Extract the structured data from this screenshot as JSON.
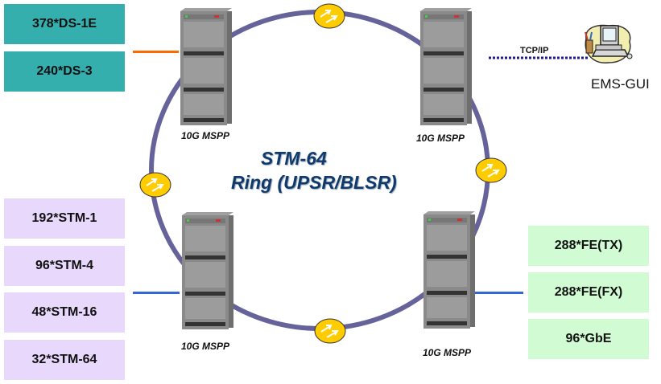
{
  "title": {
    "line1": "STM-64",
    "line2": "Ring (UPSR/BLSR)"
  },
  "nodes": [
    {
      "label": "10G MSPP",
      "position": "top-left"
    },
    {
      "label": "10G MSPP",
      "position": "top-right"
    },
    {
      "label": "10G MSPP",
      "position": "bottom-left"
    },
    {
      "label": "10G MSPP",
      "position": "bottom-right"
    }
  ],
  "interfaces": {
    "top_left": [
      "378*DS-1E",
      "240*DS-3"
    ],
    "bottom_left": [
      "192*STM-1",
      "96*STM-4",
      "48*STM-16",
      "32*STM-64"
    ],
    "bottom_right": [
      "288*FE(TX)",
      "288*FE(FX)",
      "96*GbE"
    ]
  },
  "management": {
    "link_label": "TCP/IP",
    "station_label": "EMS-GUI"
  },
  "icons": {
    "ring_links": "lightning-link-icon",
    "nodes": "equipment-rack-icon",
    "management": "computer-workstation-icon"
  },
  "colors": {
    "ring": "#65639a",
    "teal_box": "#35aeae",
    "lavender_box": "#e8d8fb",
    "mint_box": "#d1fcd3",
    "orange_link": "#ff6a00",
    "blue_link": "#3366dd",
    "title": "#0f3a6b",
    "bolt_fill": "#ffcc00"
  }
}
